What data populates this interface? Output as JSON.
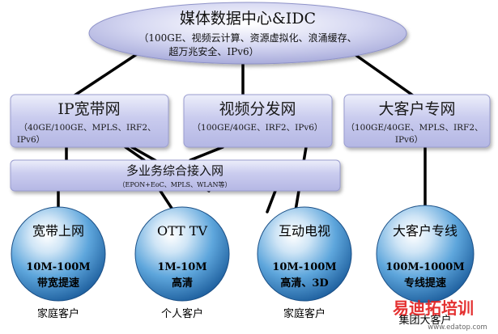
{
  "top": {
    "title": "媒体数据中心&IDC",
    "line1": "（100GE、视频云计算、资源虚拟化、浪涌缓存、",
    "line2": "超万兆安全、IPv6）"
  },
  "networks": [
    {
      "title": "IP宽带网",
      "line1": "（40GE/100GE、MPLS、IRF2、",
      "line2": "IPv6）"
    },
    {
      "title": "视频分发网",
      "line1": "（100GE/40GE、IRF2、IPv6）",
      "line2": ""
    },
    {
      "title": "大客户专网",
      "line1": "（100GE/40GE、MPLS、IRF2、",
      "line2": "IPv6）"
    }
  ],
  "access": {
    "title": "多业务综合接入网",
    "sub": "（EPON+EoC、MPLS、WLAN等）"
  },
  "services": [
    {
      "title": "宽带上网",
      "line1": "10M-100M",
      "line2": "带宽提速",
      "customer": "家庭客户"
    },
    {
      "title": "OTT TV",
      "line1": "1M-10M",
      "line2": "高清",
      "customer": "个人客户"
    },
    {
      "title": "互动电视",
      "line1": "10M-100M",
      "line2": "高清、3D",
      "customer": "家庭客户"
    },
    {
      "title": "大客户专线",
      "line1": "100M-1000M",
      "line2": "专线提速",
      "customer": "集团大客户"
    }
  ],
  "watermark": {
    "text": "易迪拓培训",
    "url": "www.edatop.com"
  },
  "colors": {
    "box_fill": "#c6c8ec",
    "box_highlight": "#e6e7f8",
    "sphere_light": "#e8f2fb",
    "sphere_mid": "#5aa3d8",
    "sphere_dark": "#1d5f9e",
    "line": "#000000",
    "watermark": "#e21b1b"
  }
}
